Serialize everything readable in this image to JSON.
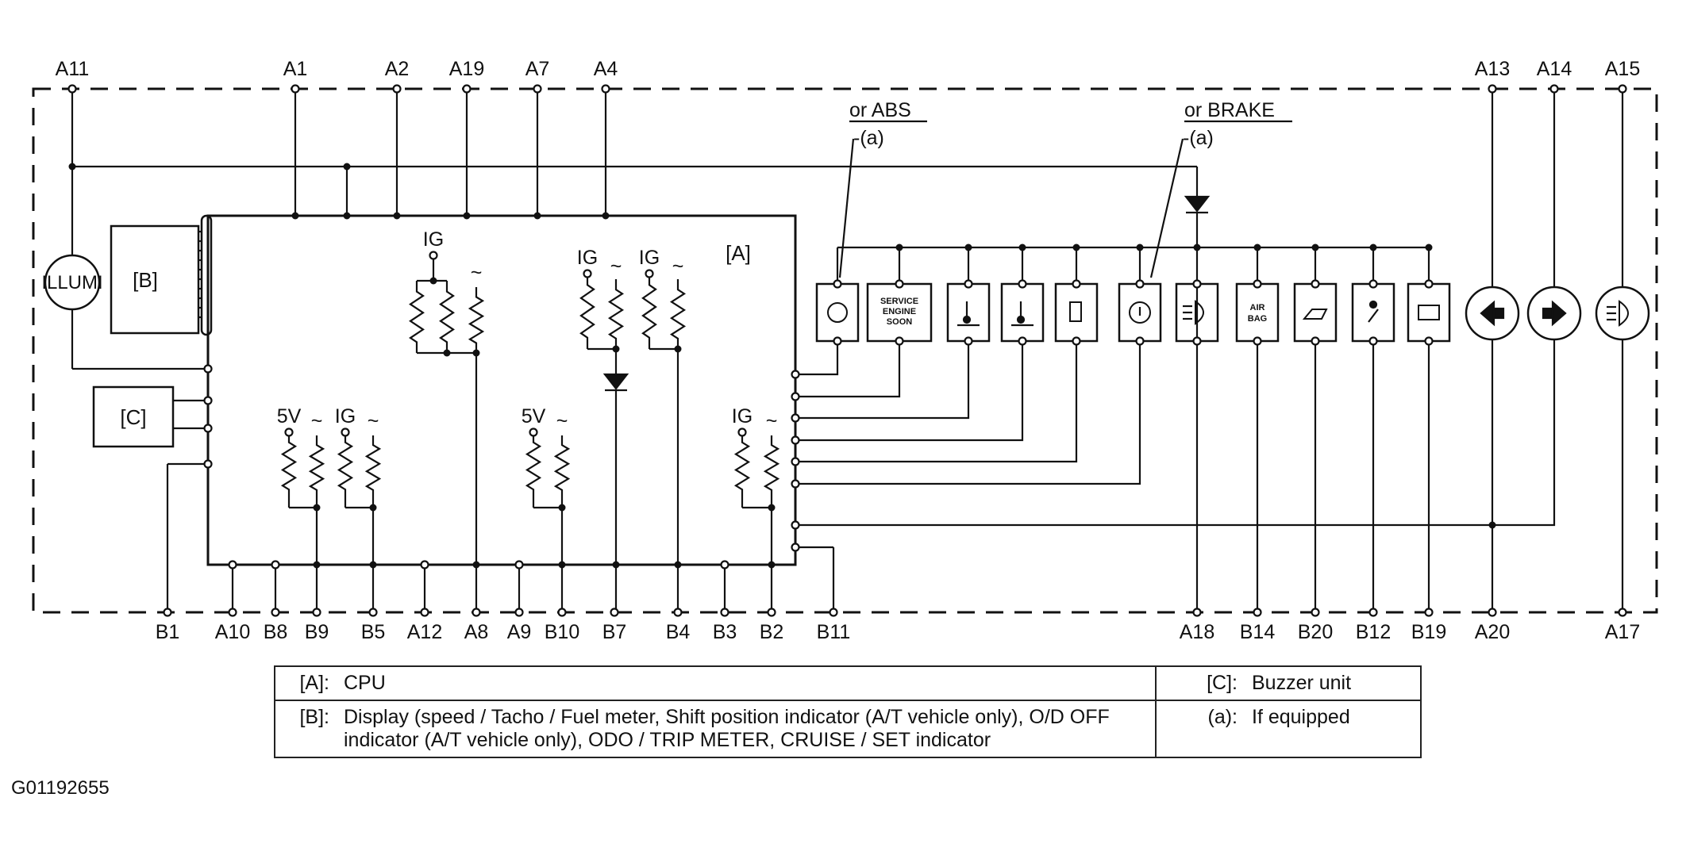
{
  "top_pins": [
    "A11",
    "A1",
    "A2",
    "A19",
    "A7",
    "A4",
    "A13",
    "A14",
    "A15"
  ],
  "bottom_pins": [
    "B1",
    "A10",
    "B8",
    "B9",
    "B5",
    "A12",
    "A8",
    "A9",
    "B10",
    "B7",
    "B4",
    "B3",
    "B2",
    "B11",
    "A18",
    "B14",
    "B20",
    "B12",
    "B19",
    "A20",
    "A17"
  ],
  "blocks": {
    "a": "[A]",
    "b": "[B]",
    "c": "[C]",
    "illumi": "ILLUMI"
  },
  "supply": {
    "ig": "IG",
    "v5": "5V",
    "ac": "~"
  },
  "notes": {
    "or_abs": "or ABS",
    "or_brake": "or BRAKE",
    "if_equipped_mark": "-(a)"
  },
  "indicators": {
    "service_engine_soon": [
      "SERVICE",
      "ENGINE",
      "SOON"
    ],
    "airbag": [
      "AIR",
      "BAG"
    ]
  },
  "legend": {
    "a_key": "[A]:",
    "a_val": "CPU",
    "b_key": "[B]:",
    "b_val": "Display (speed / Tacho / Fuel meter, Shift position indicator (A/T vehicle only), O/D OFF indicator (A/T vehicle only), ODO / TRIP METER, CRUISE / SET indicator",
    "c_key": "[C]:",
    "c_val": "Buzzer unit",
    "e_key": "(a):",
    "e_val": "If equipped"
  },
  "figure_id": "G01192655"
}
